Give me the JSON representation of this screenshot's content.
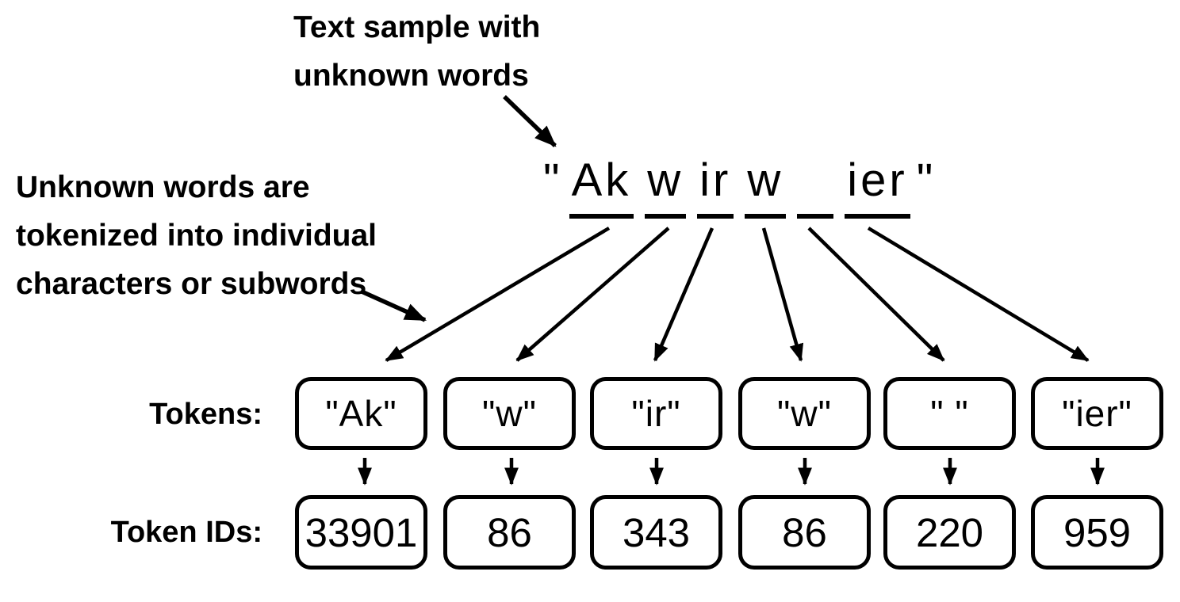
{
  "figure": {
    "top_note": {
      "lines": [
        "Text sample with",
        "unknown words"
      ]
    },
    "left_note": {
      "lines": [
        "Unknown words are",
        "tokenized into individual",
        "characters or subwords"
      ]
    },
    "sample": {
      "open_quote": "\"",
      "close_quote": "\"",
      "segments": [
        "Ak",
        "w",
        "ir",
        "w",
        " ",
        "ier"
      ]
    },
    "tokens_row": {
      "label": "Tokens:",
      "items": [
        "\"Ak\"",
        "\"w\"",
        "\"ir\"",
        "\"w\"",
        "\" \"",
        "\"ier\""
      ]
    },
    "ids_row": {
      "label": "Token IDs:",
      "items": [
        "33901",
        "86",
        "343",
        "86",
        "220",
        "959"
      ]
    },
    "colors": {
      "ink": "#000000",
      "background": "#ffffff"
    }
  }
}
